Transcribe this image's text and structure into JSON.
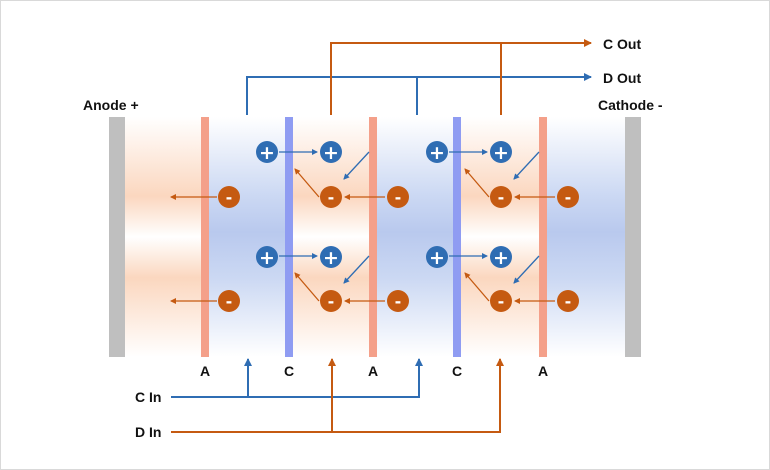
{
  "labels": {
    "anode": "Anode +",
    "cathode": "Cathode -",
    "c_out": "C Out",
    "d_out": "D Out",
    "c_in": "C In",
    "d_in": "D In",
    "membrane_anion": "A",
    "membrane_cation": "C",
    "cation_symbol": "+",
    "anion_symbol": "-"
  },
  "membranes": [
    "A",
    "C",
    "A",
    "C",
    "A"
  ],
  "colors": {
    "anion_membrane": "#f4a08a",
    "cation_membrane": "#8f9cf2",
    "electrode": "#bfbfbf",
    "cation_ion": "#2f6db3",
    "anion_ion": "#c55a11",
    "concentrate_stream": "#2f6db3",
    "diluate_stream": "#c55a11",
    "diluate_channel": "#fbd7bf",
    "concentrate_channel": "#b9c9ee"
  }
}
